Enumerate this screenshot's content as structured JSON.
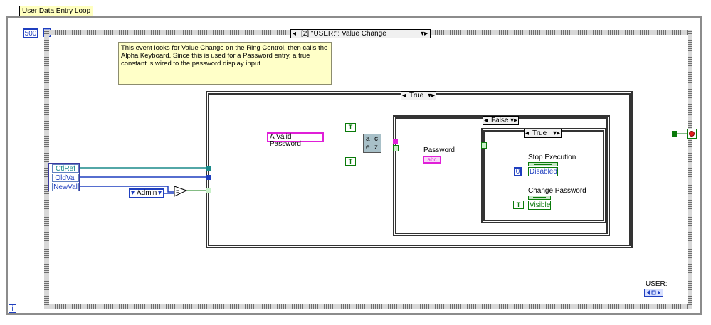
{
  "loop_label": "User Data Entry Loop",
  "timeout_value": "500",
  "event_selector": "[2] \"USER:\": Value Change",
  "comment": "This event looks for Value Change on the Ring Control, then calls the Alpha Keyboard. Since this is used for a Password entry, a true constant is wired to the password display input.",
  "unbundle": [
    "CtlRef",
    "OldVal",
    "NewVal"
  ],
  "admin_constant": "Admin",
  "case_outer_selector": "True",
  "case_mid_selector": "False",
  "case_inner_selector": "True",
  "string_constant": "A Valid Password",
  "alpha_keyboard_icon": [
    "a",
    "c",
    "e",
    "z"
  ],
  "bool_true": "T",
  "password_label": "Password",
  "password_node_text": "abc",
  "stop_execution_label": "Stop Execution",
  "numeric_zero": "0",
  "disabled_label": "Disabled",
  "change_password_label": "Change Password",
  "visible_label": "Visible",
  "user_ref_label": "USER:",
  "info_icon": "i",
  "colors": {
    "wire_ref": "#1a8a8a",
    "wire_enum": "#1f3fbf",
    "wire_string": "#e01fd8",
    "wire_bool": "#0a7a0a",
    "frame_border": "#8c8c8c",
    "comment_bg": "#ffffc8"
  }
}
